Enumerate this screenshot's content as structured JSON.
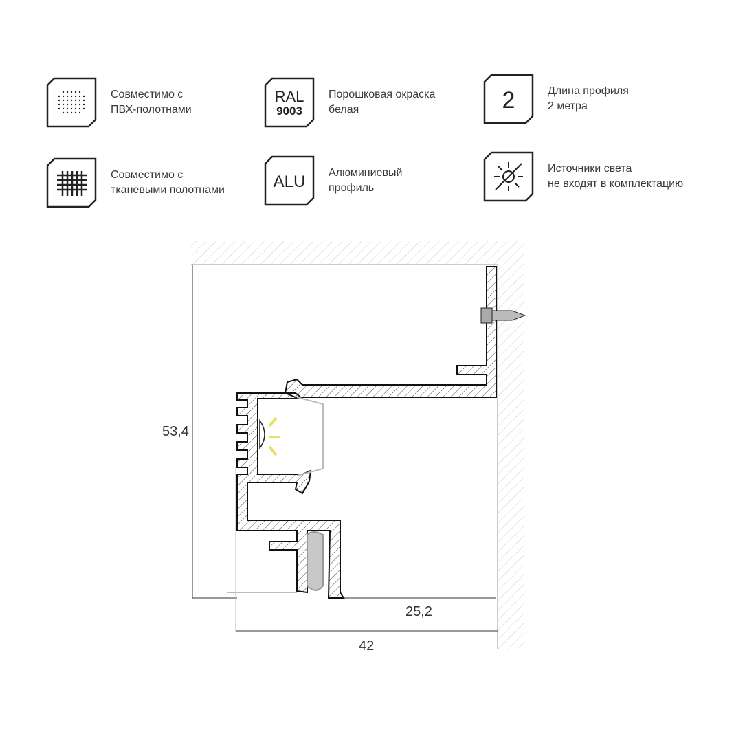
{
  "features": [
    {
      "icon": "dots-grid-icon",
      "text": "Совместимо с\nПВХ-полотнами"
    },
    {
      "icon": "ral-badge-icon",
      "badge": [
        "RAL",
        "9003"
      ],
      "text": "Порошковая окраска\nбелая"
    },
    {
      "icon": "length-2-icon",
      "badge": [
        "2"
      ],
      "text": "Длина профиля\n2 метра"
    },
    {
      "icon": "fabric-mesh-icon",
      "text": "Совместимо с\nтканевыми полотнами"
    },
    {
      "icon": "alu-badge-icon",
      "badge": [
        "ALU"
      ],
      "text": "Алюминиевый\nпрофиль"
    },
    {
      "icon": "crossed-light-icon",
      "text": "Источники света\nне входят в комплектацию"
    }
  ],
  "dimensions": {
    "height": "53,4",
    "gap": "25,2",
    "width": "42"
  },
  "colors": {
    "line": "#222222",
    "light": "#e8e060",
    "insert": "#b8b8b8"
  }
}
